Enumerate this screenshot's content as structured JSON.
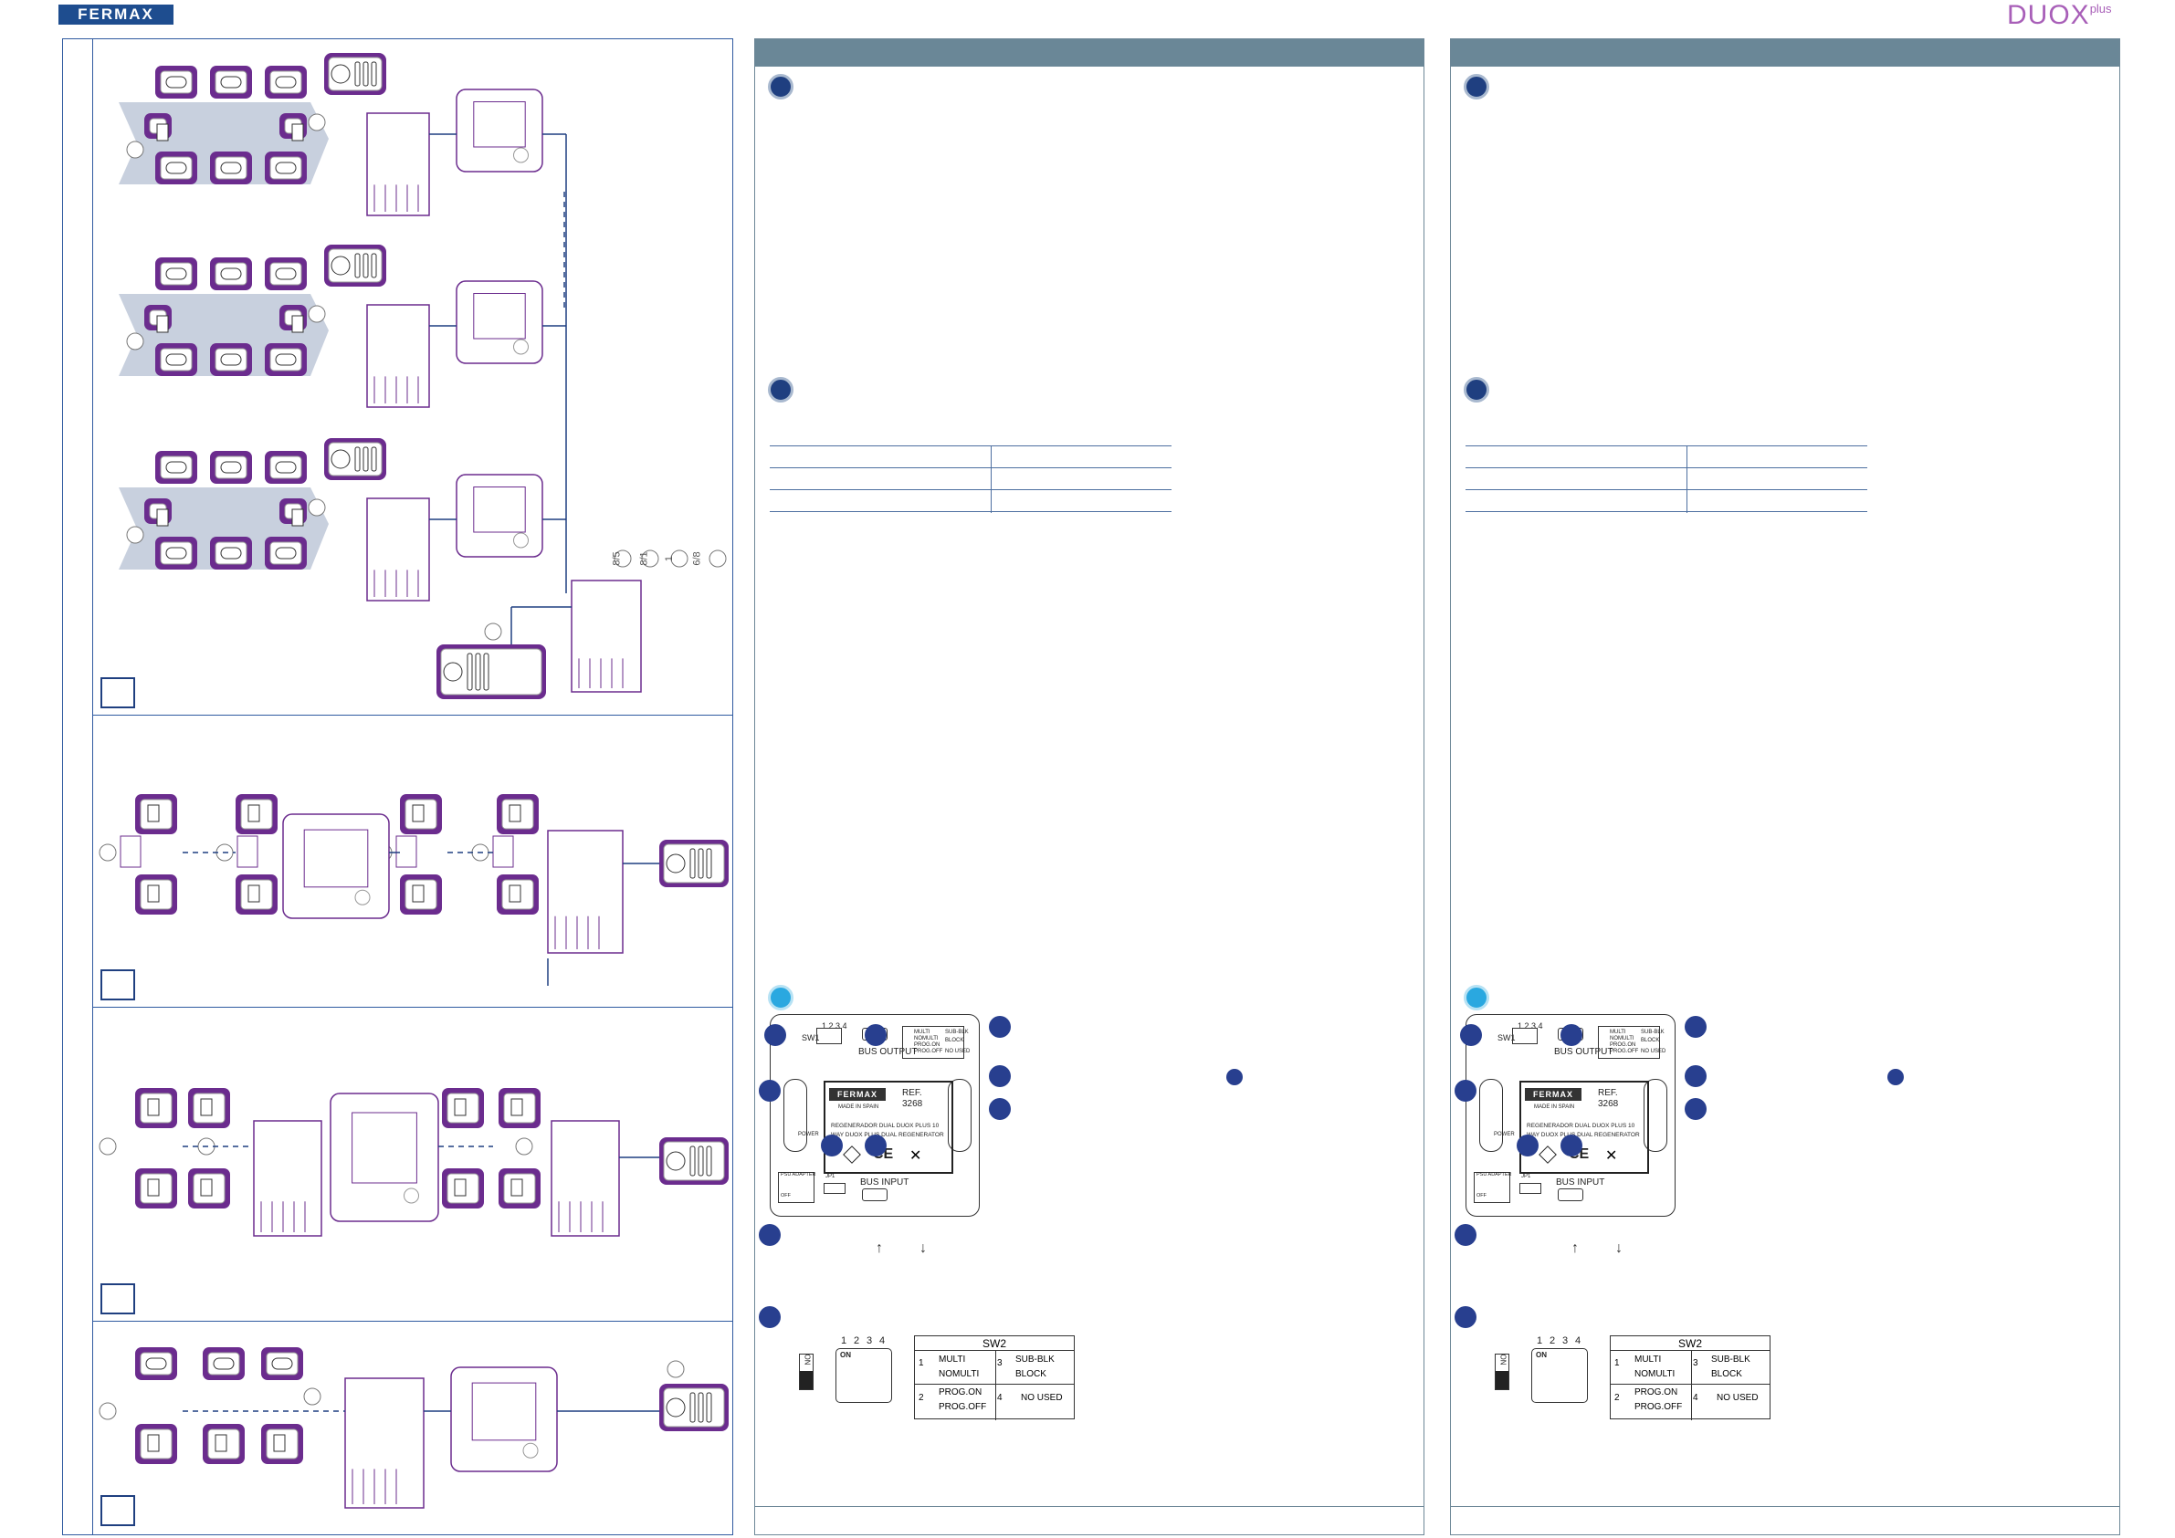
{
  "header": {
    "logo_text": "FERMAX",
    "brand_main": "DUOX",
    "brand_sup": "plus"
  },
  "colors": {
    "accent_purple": "#6b2c8e",
    "accent_blue": "#1f3f80",
    "panel_header": "#6a8797",
    "frame_blue": "#2f5aa0"
  },
  "diagram_sections": [
    {
      "id": "s1",
      "device_callouts": [
        "8/5",
        "8/1",
        "1",
        "6/8"
      ]
    },
    {
      "id": "s2"
    },
    {
      "id": "s3"
    },
    {
      "id": "s4"
    }
  ],
  "panels": [
    {
      "id": "panel-a",
      "header_icons": [
        "gears-icon",
        "list-icon",
        "network-icon"
      ],
      "device": {
        "dip_label": "SW1",
        "dip_numbers": "1 2 3 4",
        "bus_output": "BUS OUTPUT",
        "bus_input": "BUS INPUT",
        "sw2_labels": [
          "MULTI",
          "NOMULTI",
          "PROG.ON",
          "PROG.OFF",
          "SUB-BLK",
          "BLOCK",
          "NO USED"
        ],
        "ref_label": "REF.",
        "ref_number": "3268",
        "made_in": "MADE IN SPAIN",
        "desc_line1": "REGENERADOR DUAL DUOX PLUS 10",
        "desc_line2": "WAY DUOX PLUS DUAL REGENERATOR",
        "ce_mark": "CE",
        "power_label": "POWER",
        "psu_label": "PSU ADAPTER",
        "jp_label": "JP1",
        "on_label": "ON",
        "off_label": "OFF"
      },
      "bottom_switch": {
        "on_label": "ON",
        "numbers": [
          "1",
          "2",
          "3",
          "4"
        ],
        "sw2_title": "SW2",
        "rows": [
          {
            "num": "1",
            "a": "MULTI",
            "b": "NOMULTI"
          },
          {
            "num": "2",
            "a": "PROG.ON",
            "b": "PROG.OFF"
          },
          {
            "num": "3",
            "a": "SUB-BLK",
            "b": "BLOCK"
          },
          {
            "num": "4",
            "a": "NO USED",
            "b": ""
          }
        ]
      }
    },
    {
      "id": "panel-b",
      "header_icons": [
        "gears-icon",
        "list-icon",
        "network-icon"
      ],
      "device": {
        "dip_label": "SW1",
        "dip_numbers": "1 2 3 4",
        "bus_output": "BUS OUTPUT",
        "bus_input": "BUS INPUT",
        "sw2_labels": [
          "MULTI",
          "NOMULTI",
          "PROG.ON",
          "PROG.OFF",
          "SUB-BLK",
          "BLOCK",
          "NO USED"
        ],
        "ref_label": "REF.",
        "ref_number": "3268",
        "made_in": "MADE IN SPAIN",
        "desc_line1": "REGENERADOR DUAL DUOX PLUS 10",
        "desc_line2": "WAY DUOX PLUS DUAL REGENERATOR",
        "ce_mark": "CE",
        "power_label": "POWER",
        "psu_label": "PSU ADAPTER",
        "jp_label": "JP1",
        "on_label": "ON",
        "off_label": "OFF"
      },
      "bottom_switch": {
        "on_label": "ON",
        "numbers": [
          "1",
          "2",
          "3",
          "4"
        ],
        "sw2_title": "SW2",
        "rows": [
          {
            "num": "1",
            "a": "MULTI",
            "b": "NOMULTI"
          },
          {
            "num": "2",
            "a": "PROG.ON",
            "b": "PROG.OFF"
          },
          {
            "num": "3",
            "a": "SUB-BLK",
            "b": "BLOCK"
          },
          {
            "num": "4",
            "a": "NO USED",
            "b": ""
          }
        ]
      }
    }
  ]
}
